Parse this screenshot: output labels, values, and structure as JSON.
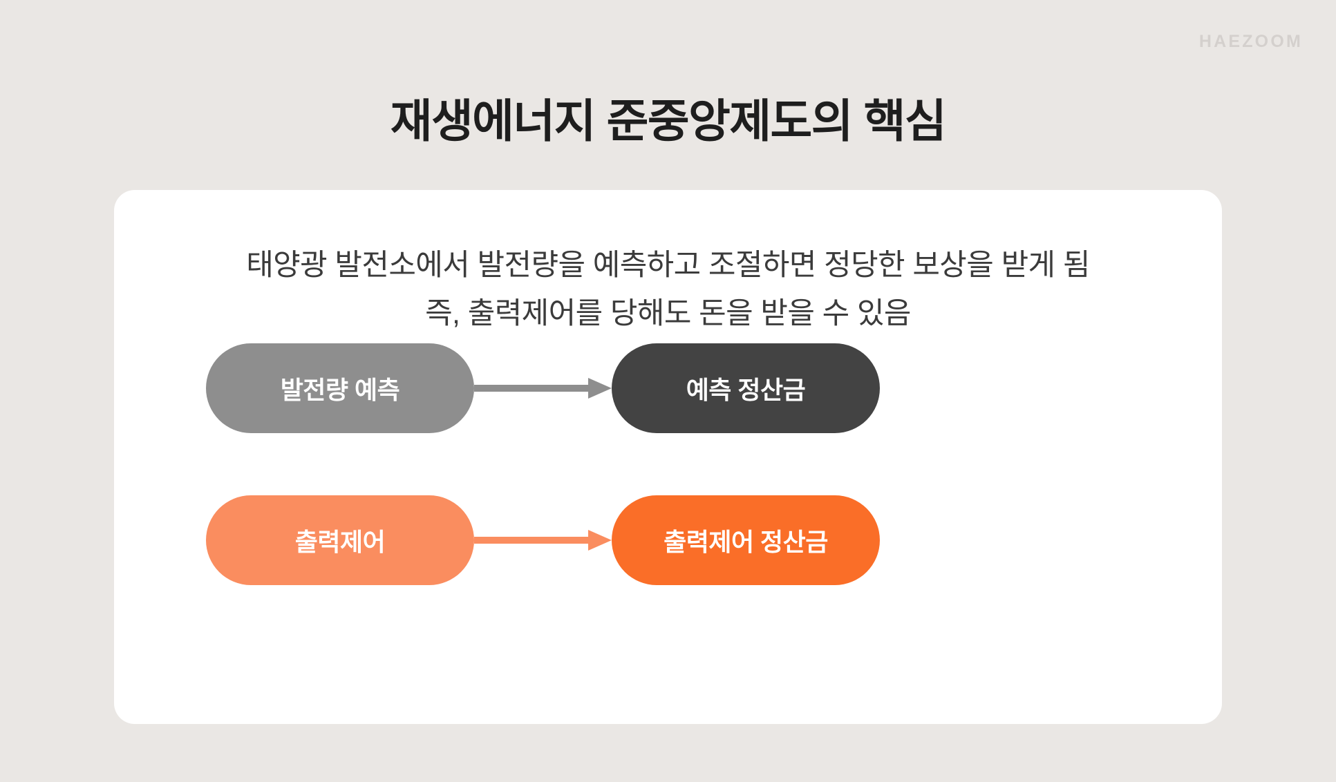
{
  "brand": {
    "logo_text": "HAEZOOM"
  },
  "header": {
    "title": "재생에너지 준중앙제도의 핵심"
  },
  "card": {
    "summary": {
      "line1": "태양광 발전소에서 발전량을 예측하고 조절하면 정당한 보상을 받게 됨",
      "line2": "즉, 출력제어를 당해도 돈을 받을 수 있음"
    },
    "flow": {
      "rows": [
        {
          "source_label": "발전량 예측",
          "target_label": "예측 정산금",
          "source_color": "#8E8E8E",
          "target_color": "#434343",
          "arrow_color": "#8E8E8E"
        },
        {
          "source_label": "출력제어",
          "target_label": "출력제어 정산금",
          "source_color": "#FA8D5F",
          "target_color": "#FA6E28",
          "arrow_color": "#FA8D5F"
        }
      ]
    }
  },
  "theme": {
    "page_background": "#EAE7E4",
    "card_background": "#FFFFFF",
    "title_color": "#1E1E1E",
    "body_text_color": "#3B3B3B",
    "logo_color": "#D4D0CD"
  }
}
